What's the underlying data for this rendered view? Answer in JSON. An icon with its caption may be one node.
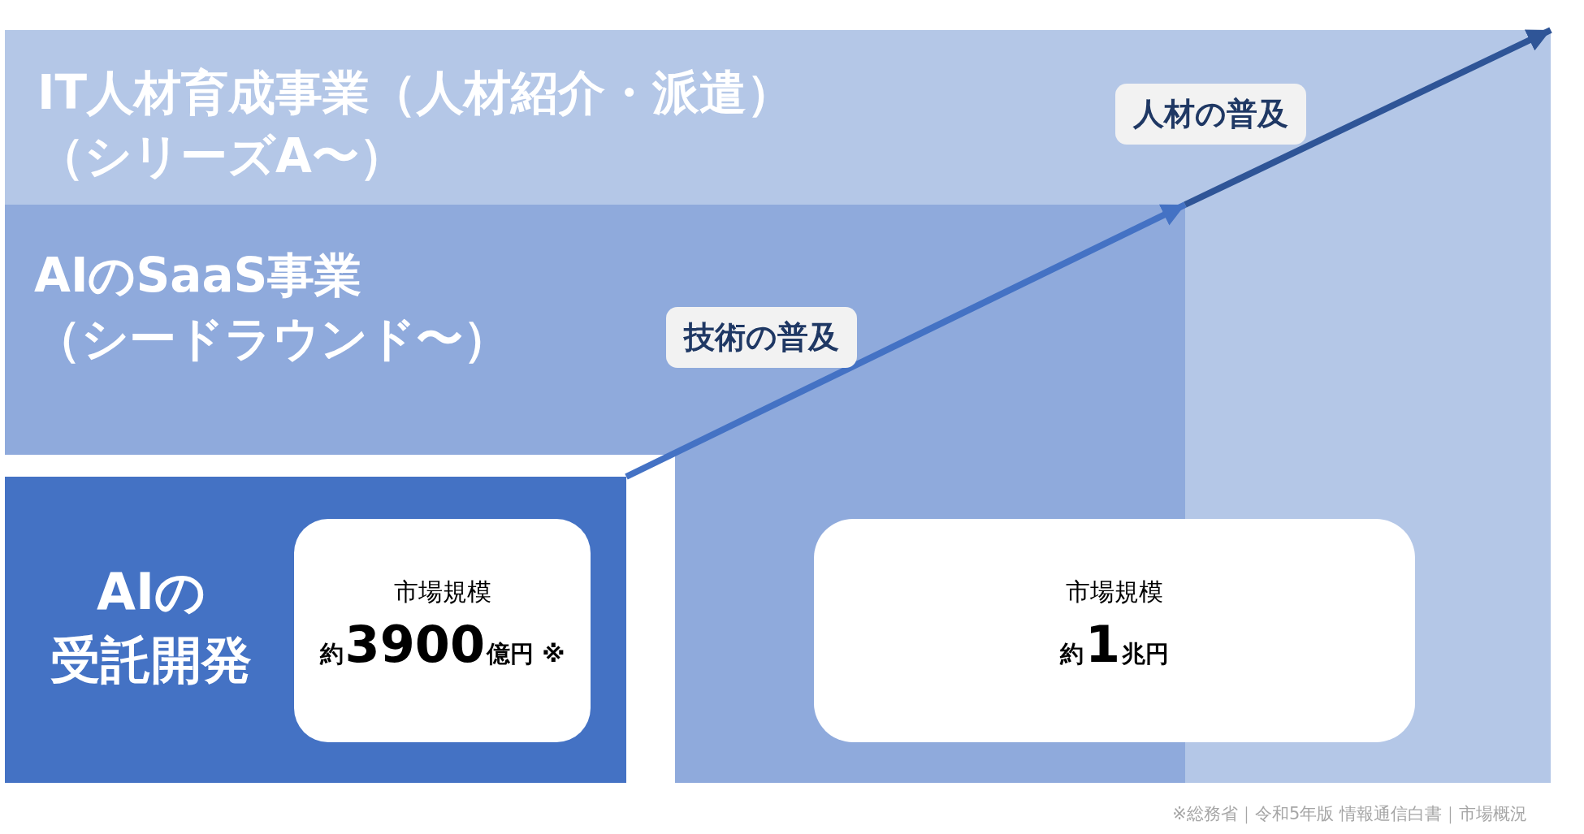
{
  "diagram": {
    "nodes": [
      {
        "text": [
          "IT人材育成事業（人材紹介・派遣）（シリーズA〜）"
        ]
      },
      {
        "text": [
          "AIのSaaS事業（シードラウンド〜）"
        ]
      },
      {
        "text": [
          "AIの受託開発"
        ]
      },
      {
        "text": [
          "市場規模",
          "約3900億円 ※"
        ],
        "in": 2
      },
      {
        "text": [
          "市場規模",
          "約1兆円"
        ]
      }
    ],
    "edges": [
      {
        "from": 2,
        "to": 1,
        "arrow": "to",
        "label": "技術の普及"
      },
      {
        "from": 1,
        "to": 0,
        "arrow": "to",
        "label": "人材の普及",
        "color": "#2f5597"
      }
    ],
    "labels": [
      "※総務省｜令和5年版 情報通信白書｜市場概況"
    ]
  }
}
